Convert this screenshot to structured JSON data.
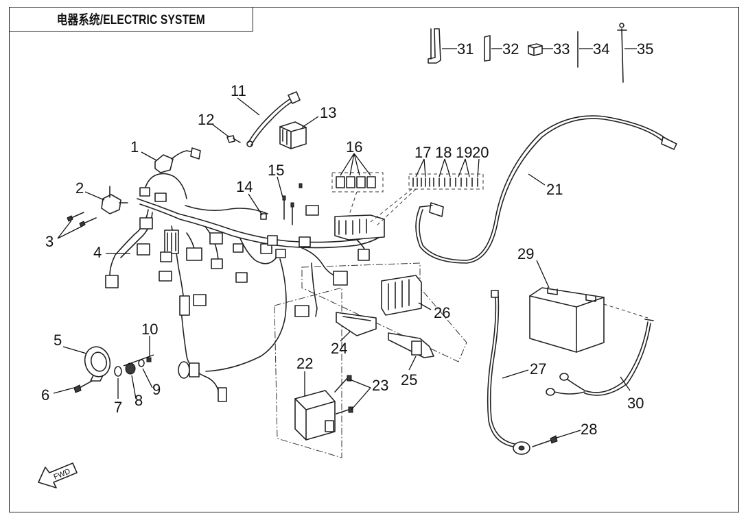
{
  "title": "电器系统/ELECTRIC SYSTEM",
  "fwd_label": "FWD",
  "callouts": [
    "1",
    "2",
    "3",
    "4",
    "5",
    "6",
    "7",
    "8",
    "9",
    "10",
    "11",
    "12",
    "13",
    "14",
    "15",
    "16",
    "17",
    "18",
    "19",
    "20",
    "21",
    "22",
    "23",
    "24",
    "25",
    "26",
    "27",
    "28",
    "29",
    "30",
    "31",
    "32",
    "33",
    "34",
    "35"
  ]
}
